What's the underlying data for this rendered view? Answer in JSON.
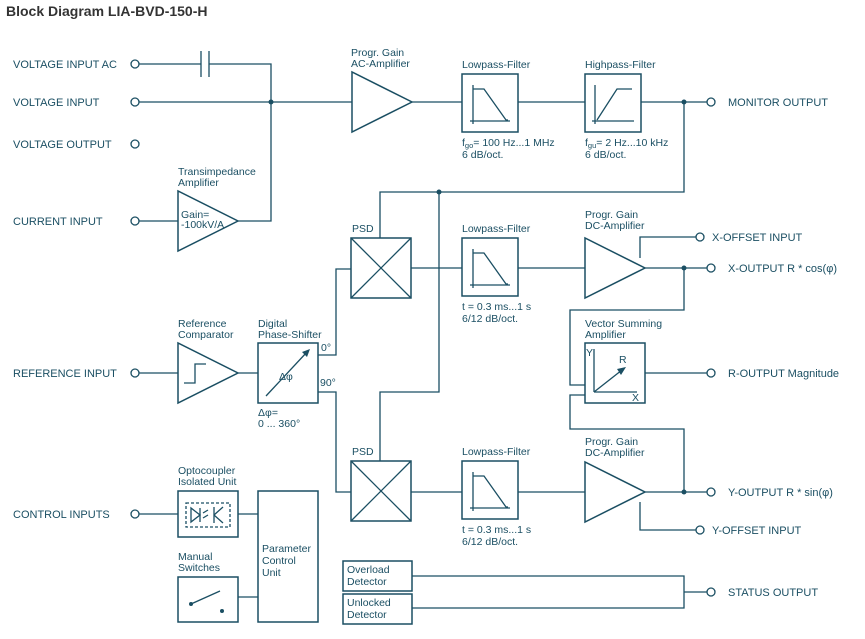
{
  "title": "Block Diagram LIA-BVD-150-H",
  "colors": {
    "line": "#1b4f63",
    "title": "#333333"
  },
  "inputs": {
    "voltage_input_ac": "VOLTAGE INPUT AC",
    "voltage_input": "VOLTAGE INPUT",
    "voltage_output": "VOLTAGE OUTPUT",
    "current_input": "CURRENT INPUT",
    "reference_input": "REFERENCE INPUT",
    "control_inputs": "CONTROL INPUTS"
  },
  "outputs": {
    "monitor_output": "MONITOR OUTPUT",
    "x_offset_input": "X-OFFSET INPUT",
    "x_output": "X-OUTPUT R * cos(φ)",
    "r_output": "R-OUTPUT Magnitude",
    "y_output": "Y-OUTPUT R * sin(φ)",
    "y_offset_input": "Y-OFFSET INPUT",
    "status_output": "STATUS OUTPUT"
  },
  "blocks": {
    "ac_amp": {
      "line1": "Progr. Gain",
      "line2": "AC-Amplifier"
    },
    "lowpass_top": {
      "title": "Lowpass-Filter",
      "spec_prefix": "f",
      "spec_sub": "go",
      "spec_rest": "= 100 Hz...1 MHz",
      "spec2": "6 dB/oct."
    },
    "highpass_top": {
      "title": "Highpass-Filter",
      "spec_prefix": "f",
      "spec_sub": "gu",
      "spec_rest": "= 2 Hz...10 kHz",
      "spec2": "6 dB/oct."
    },
    "transimpedance": {
      "line1": "Transimpedance",
      "line2": "Amplifier",
      "inner1": "Gain=",
      "inner2": "-100kV/A"
    },
    "ref_comparator": {
      "line1": "Reference",
      "line2": "Comparator"
    },
    "phase_shifter": {
      "line1": "Digital",
      "line2": "Phase-Shifter",
      "symbol": "Δφ",
      "deg0": "0°",
      "deg90": "90°",
      "range1": "Δφ=",
      "range2": "0 ... 360°"
    },
    "psd_x": {
      "label": "PSD"
    },
    "psd_y": {
      "label": "PSD"
    },
    "lowpass_x": {
      "title": "Lowpass-Filter",
      "spec1": "t = 0.3 ms...1 s",
      "spec2": "6/12 dB/oct."
    },
    "lowpass_y": {
      "title": "Lowpass-Filter",
      "spec1": "t = 0.3 ms...1 s",
      "spec2": "6/12 dB/oct."
    },
    "dc_amp_x": {
      "line1": "Progr. Gain",
      "line2": "DC-Amplifier"
    },
    "dc_amp_y": {
      "line1": "Progr. Gain",
      "line2": "DC-Amplifier"
    },
    "vector_sum": {
      "line1": "Vector Summing",
      "line2": "Amplifier",
      "axis_y": "Y",
      "axis_x": "X",
      "axis_r": "R"
    },
    "optocoupler": {
      "line1": "Optocoupler",
      "line2": "Isolated Unit"
    },
    "manual_switches": {
      "line1": "Manual",
      "line2": "Switches"
    },
    "parameter_control": {
      "line1": "Parameter",
      "line2": "Control",
      "line3": "Unit"
    },
    "overload": {
      "line1": "Overload",
      "line2": "Detector"
    },
    "unlocked": {
      "line1": "Unlocked",
      "line2": "Detector"
    }
  }
}
